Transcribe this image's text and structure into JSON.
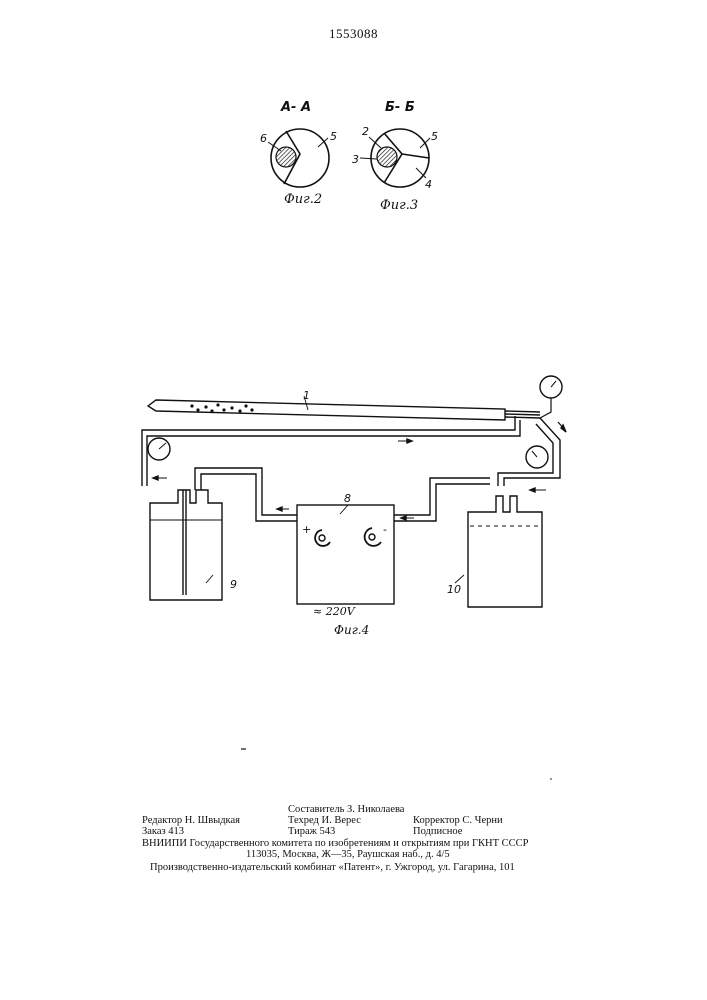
{
  "patent_number": "1553088",
  "sections": {
    "a": {
      "title": "A- A",
      "fig_label": "Фиг.2",
      "numbers": [
        "6",
        "5"
      ]
    },
    "b": {
      "title": "Б- Б",
      "fig_label": "Фиг.3",
      "numbers": [
        "2",
        "3",
        "5",
        "4"
      ]
    }
  },
  "fig4": {
    "label": "Фиг.4",
    "voltage": "≈ 220V",
    "numbers": {
      "tube": "1",
      "power_unit": "8",
      "left_tank": "9",
      "right_tank": "10"
    },
    "polarity": {
      "plus": "+",
      "minus": "-"
    }
  },
  "imprint": {
    "compiler": "Составитель З. Николаева",
    "editor": "Редактор Н. Швыдкая",
    "techred": "Техред И. Верес",
    "corrector": "Корректор С. Черни",
    "order": "Заказ 413",
    "circulation": "Тираж 543",
    "subscription": "Подписное",
    "vniipi": "ВНИИПИ Государственного комитета по изобретениям и открытиям при ГКНТ СССР",
    "address": "113035, Москва, Ж—35, Раушская наб., д. 4/5",
    "printer": "Производственно-издательский комбинат «Патент», г. Ужгород, ул. Гагарина, 101"
  }
}
